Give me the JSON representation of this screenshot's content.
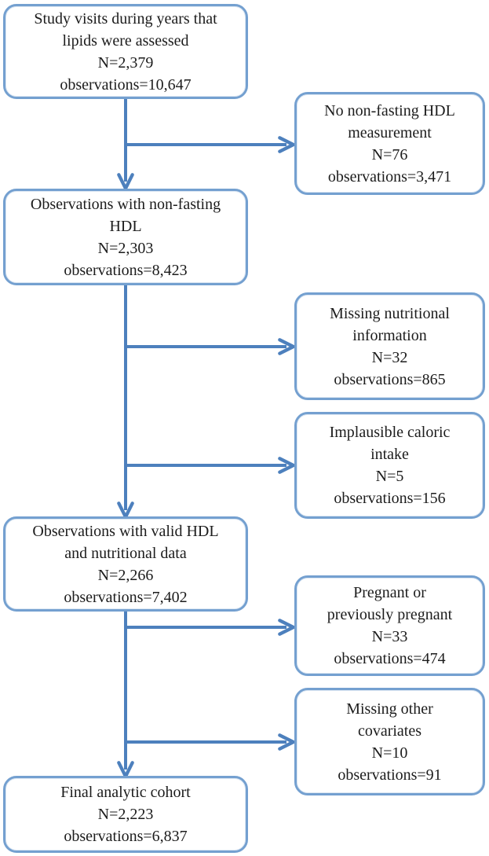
{
  "diagram": {
    "type": "flowchart",
    "description": "Cohort selection flow diagram for non-fasting HDL analysis",
    "colors": {
      "box_border": "#74a0d0",
      "arrow": "#4d80bd",
      "text": "#1c1c1c",
      "background": "#ffffff"
    },
    "main_boxes": [
      {
        "id": "study-visits",
        "lines": [
          "Study visits during years that",
          "lipids were assessed",
          "N=2,379",
          "observations=10,647"
        ]
      },
      {
        "id": "non-fasting-hdl",
        "lines": [
          "Observations with non-fasting",
          "HDL",
          "N=2,303",
          "observations=8,423"
        ]
      },
      {
        "id": "valid-hdl-nutrition",
        "lines": [
          "Observations with valid HDL",
          "and nutritional data",
          "N=2,266",
          "observations=7,402"
        ]
      },
      {
        "id": "final-cohort",
        "lines": [
          "Final analytic cohort",
          "N=2,223",
          "observations=6,837"
        ]
      }
    ],
    "exclusion_boxes": [
      {
        "id": "no-nonfasting-hdl",
        "lines": [
          "No non-fasting HDL",
          "measurement",
          "N=76",
          "observations=3,471"
        ]
      },
      {
        "id": "missing-nutrition",
        "lines": [
          "Missing nutritional",
          "information",
          "N=32",
          "observations=865"
        ]
      },
      {
        "id": "implausible-caloric",
        "lines": [
          "Implausible caloric",
          "intake",
          "N=5",
          "observations=156"
        ]
      },
      {
        "id": "pregnant",
        "lines": [
          "Pregnant or",
          "previously pregnant",
          "N=33",
          "observations=474"
        ]
      },
      {
        "id": "missing-covariates",
        "lines": [
          "Missing other",
          "covariates",
          "N=10",
          "observations=91"
        ]
      }
    ],
    "edges": [
      "study-visits -> non-fasting-hdl",
      "study-visits -> no-nonfasting-hdl",
      "non-fasting-hdl -> valid-hdl-nutrition",
      "non-fasting-hdl -> missing-nutrition",
      "non-fasting-hdl -> implausible-caloric",
      "valid-hdl-nutrition -> final-cohort",
      "valid-hdl-nutrition -> pregnant",
      "valid-hdl-nutrition -> missing-covariates"
    ]
  }
}
